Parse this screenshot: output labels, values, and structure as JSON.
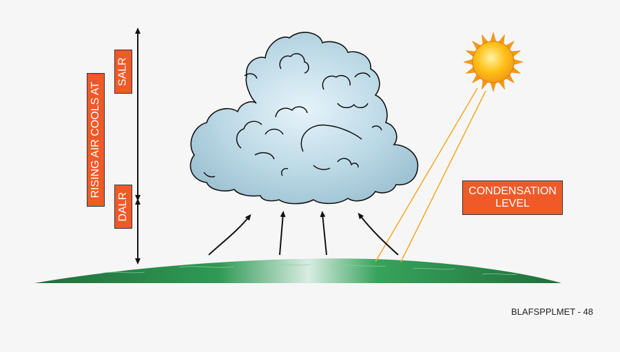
{
  "labels": {
    "rising_air": "RISING AIR COOLS AT",
    "salr": "SALR",
    "dalr": "DALR",
    "condensation_line1": "CONDENSATION",
    "condensation_line2": "LEVEL"
  },
  "footer": "BLAFSPPLMET - 48",
  "colors": {
    "label_fill": "#f05a28",
    "cloud_fill": "#b8d8e6",
    "ground_green": "#2e8b57",
    "sun": "#ffb300",
    "sun_rays": "#f5a623"
  },
  "icons": [
    "cloud-icon",
    "sun-icon",
    "ground-icon",
    "arrow-icon"
  ]
}
